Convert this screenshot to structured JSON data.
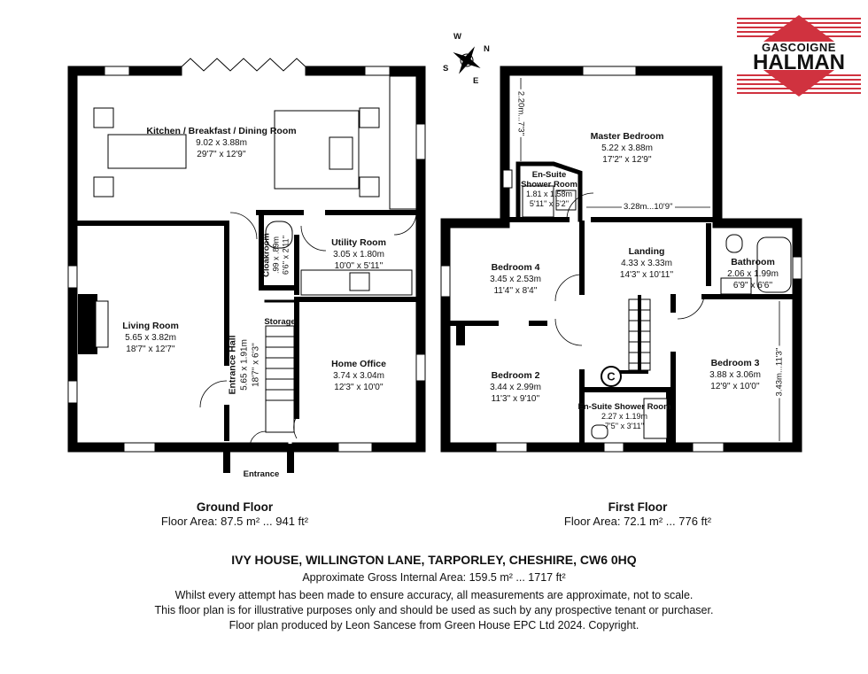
{
  "brand": {
    "line1": "GASCOIGNE",
    "line2": "HALMAN",
    "color": "#d0323f"
  },
  "compass": {
    "n": "N",
    "s": "S",
    "e": "E",
    "w": "W"
  },
  "ground_floor": {
    "title": "Ground Floor",
    "area": "Floor Area: 87.5 m² ... 941 ft²",
    "rooms": [
      {
        "name": "Kitchen / Breakfast / Dining Room",
        "metric": "9.02 x 3.88m",
        "imperial": "29'7'' x 12'9''"
      },
      {
        "name": "Living Room",
        "metric": "5.65 x 3.82m",
        "imperial": "18'7'' x 12'7''"
      },
      {
        "name": "Utility Room",
        "metric": "3.05 x 1.80m",
        "imperial": "10'0'' x 5'11''"
      },
      {
        "name": "Cloakroom",
        "metric": ".99 x .89m",
        "imperial": "6'6'' x 2'11''"
      },
      {
        "name": "Storage"
      },
      {
        "name": "Entrance Hall",
        "metric": "5.65 x 1.91m",
        "imperial": "18'7'' x 6'3''"
      },
      {
        "name": "Home Office",
        "metric": "3.74 x 3.04m",
        "imperial": "12'3'' x 10'0''"
      },
      {
        "name": "Entrance"
      }
    ]
  },
  "first_floor": {
    "title": "First Floor",
    "area": "Floor Area: 72.1 m² ... 776 ft²",
    "rooms": [
      {
        "name": "Master Bedroom",
        "metric": "5.22 x 3.88m",
        "imperial": "17'2'' x 12'9''"
      },
      {
        "name": "En-Suite Shower Room",
        "metric": "1.81 x 1.58m",
        "imperial": "5'11'' x 5'2''"
      },
      {
        "name": "Landing",
        "metric": "4.33 x 3.33m",
        "imperial": "14'3'' x 10'11''"
      },
      {
        "name": "Bathroom",
        "metric": "2.06 x 1.99m",
        "imperial": "6'9'' x 6'6''"
      },
      {
        "name": "Bedroom 4",
        "metric": "3.45 x 2.53m",
        "imperial": "11'4'' x 8'4''"
      },
      {
        "name": "Bedroom 2",
        "metric": "3.44 x 2.99m",
        "imperial": "11'3'' x 9'10''"
      },
      {
        "name": "En-Suite Shower Room",
        "metric": "2.27 x 1.19m",
        "imperial": "7'5'' x 3'11''"
      },
      {
        "name": "Bedroom 3",
        "metric": "3.88 x 3.06m",
        "imperial": "12'9'' x 10'0''"
      }
    ],
    "dimensions": [
      "2.20m...7'3''",
      "3.28m...10'9''",
      "3.43m...11'3''"
    ],
    "cupboard_mark": "C"
  },
  "footer": {
    "address": "IVY HOUSE, WILLINGTON LANE, TARPORLEY, CHESHIRE, CW6 0HQ",
    "gross_area": "Approximate Gross Internal Area: 159.5 m² ... 1717 ft²",
    "disclaimer": [
      "Whilst every attempt has been made to ensure accuracy, all measurements are approximate, not to scale.",
      "This floor plan is for illustrative purposes only and should be used as such by any prospective tenant or purchaser.",
      "Floor plan produced by Leon Sancese from Green House EPC Ltd 2024. Copyright."
    ]
  }
}
